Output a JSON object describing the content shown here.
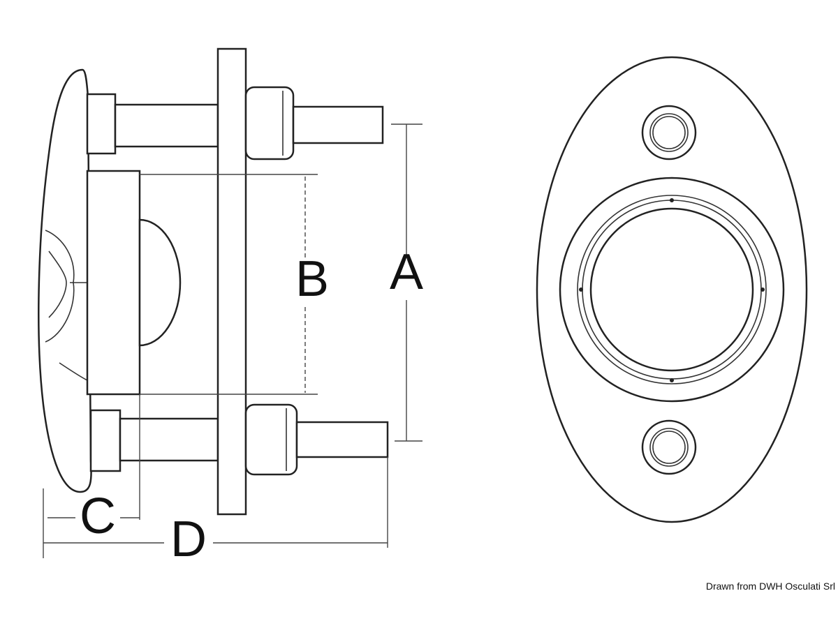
{
  "labels": {
    "a": "A",
    "b": "B",
    "c": "C",
    "d": "D"
  },
  "credit": "Drawn from DWH Osculati Srl"
}
